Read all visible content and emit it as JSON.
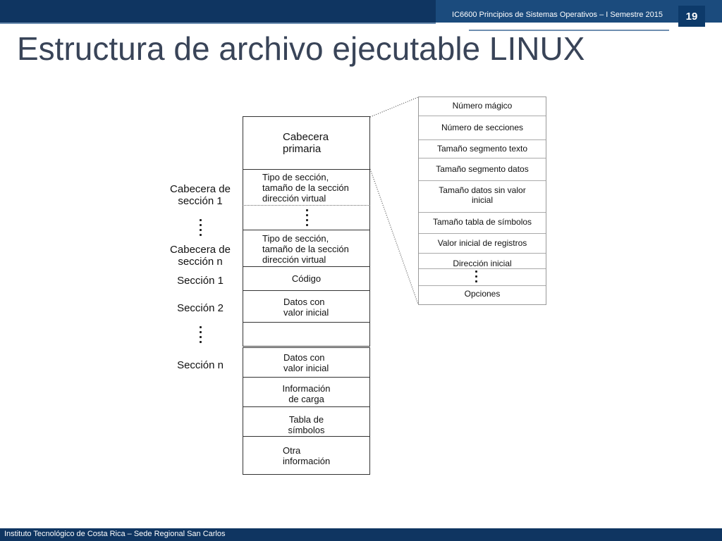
{
  "header": {
    "course": "IC6600 Principios de Sistemas Operativos – I Semestre 2015",
    "slide_number": "19"
  },
  "title": "Estructura de archivo ejecutable LINUX",
  "left_labels": {
    "section_header_1": "Cabecera de\nsección 1",
    "section_header_n": "Cabecera de\nsección n",
    "section_1": "Sección 1",
    "section_2": "Sección 2",
    "section_n": "Sección n"
  },
  "file_blocks": {
    "primary_header": "Cabecera\nprimaria",
    "section_type_1": "Tipo de sección,\ntamaño de la sección\ndirección virtual",
    "section_type_n": "Tipo de sección,\ntamaño de la sección\ndirección virtual",
    "code": "Código",
    "initialized_data_1": "Datos con\nvalor inicial",
    "initialized_data_n": "Datos con\nvalor inicial",
    "load_info": "Información\nde carga",
    "symbol_table": "Tabla de\nsímbolos",
    "other_info": "Otra\ninformación"
  },
  "primary_header_fields": [
    "Número mágico",
    "Número de secciones",
    "Tamaño segmento texto",
    "Tamaño segmento datos",
    "Tamaño datos sin valor\ninicial",
    "Tamaño tabla de símbolos",
    "Valor inicial de registros",
    "Dirección inicial",
    "",
    "Opciones"
  ],
  "footer": "Instituto Tecnológico de Costa Rica – Sede Regional San Carlos"
}
